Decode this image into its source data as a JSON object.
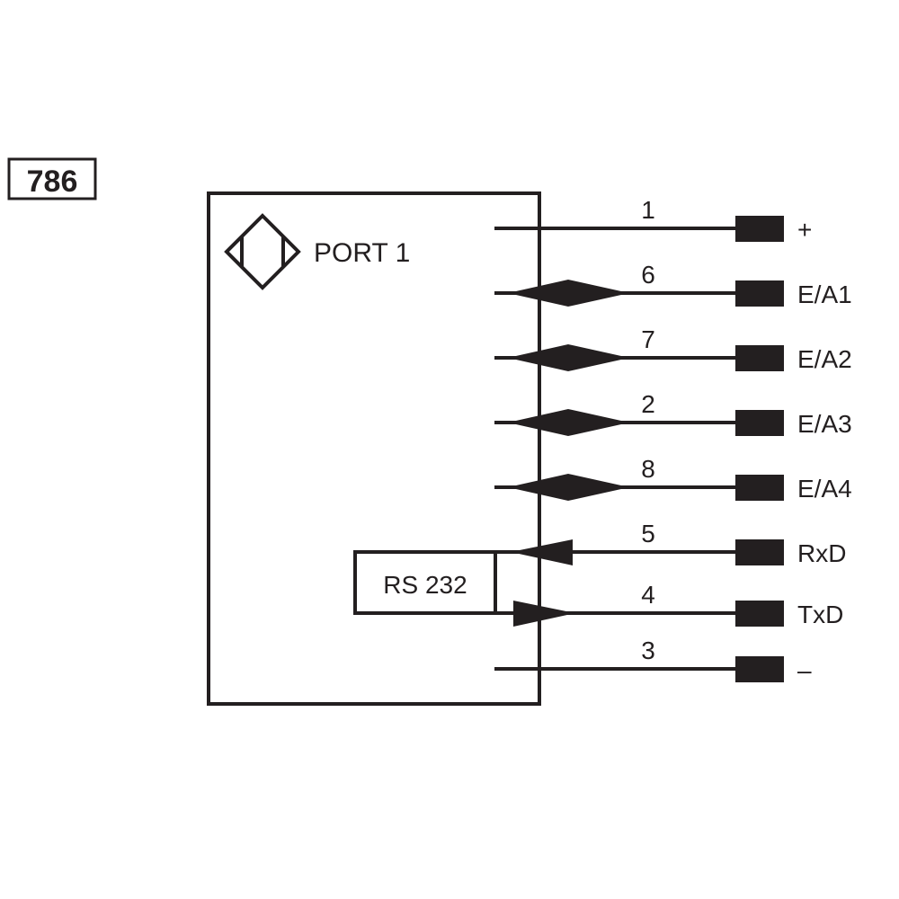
{
  "diagram": {
    "code": "786",
    "device_label": "PORT 1",
    "interface_label": "RS 232",
    "colors": {
      "ink": "#231f20",
      "background": "#ffffff"
    },
    "pins": [
      {
        "pin": "1",
        "signal": "+",
        "symbol": "none"
      },
      {
        "pin": "6",
        "signal": "E/A1",
        "symbol": "bidirectional"
      },
      {
        "pin": "7",
        "signal": "E/A2",
        "symbol": "bidirectional"
      },
      {
        "pin": "2",
        "signal": "E/A3",
        "symbol": "bidirectional"
      },
      {
        "pin": "8",
        "signal": "E/A4",
        "symbol": "bidirectional"
      },
      {
        "pin": "5",
        "signal": "RxD",
        "symbol": "input-arrow"
      },
      {
        "pin": "4",
        "signal": "TxD",
        "symbol": "output-arrow"
      },
      {
        "pin": "3",
        "signal": "–",
        "symbol": "none"
      }
    ]
  }
}
